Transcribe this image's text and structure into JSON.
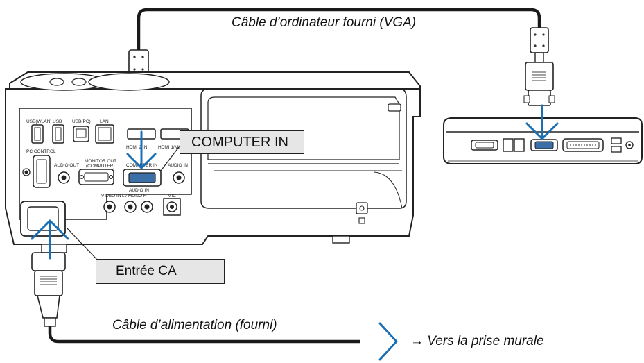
{
  "labels": {
    "vga_cable": "Câble d’ordinateur fourni (VGA)",
    "computer_in": "COMPUTER IN",
    "ac_input": "Entrée CA",
    "power_cable": "Câble d’alimentation (fourni)",
    "to_wall_outlet": "→ Vers la prise murale"
  },
  "panel_labels": {
    "usb_wlan": "USB(WLAN)",
    "usb": "USB",
    "usb_pc": "USB(PC)",
    "lan": "LAN",
    "pc_control": "PC CONTROL",
    "hdmi2_in": "HDMI 2 IN",
    "hdmi1_in": "HDMI 1/MHL IN",
    "audio_out": "AUDIO OUT",
    "monitor_out": "MONITOR OUT",
    "monitor_out_sub": "(COMPUTER)",
    "computer_in_small": "COMPUTER IN",
    "audio_in": "AUDIO IN",
    "video_in": "VIDEO IN",
    "audio_in_lr": "L / MONO    R",
    "audio_in_right": "AUDIO IN",
    "mic": "MIC"
  },
  "colors": {
    "arrow": "#1a6fb4",
    "cable": "#1a1a1a",
    "callout_fill": "#e6e6e6"
  }
}
